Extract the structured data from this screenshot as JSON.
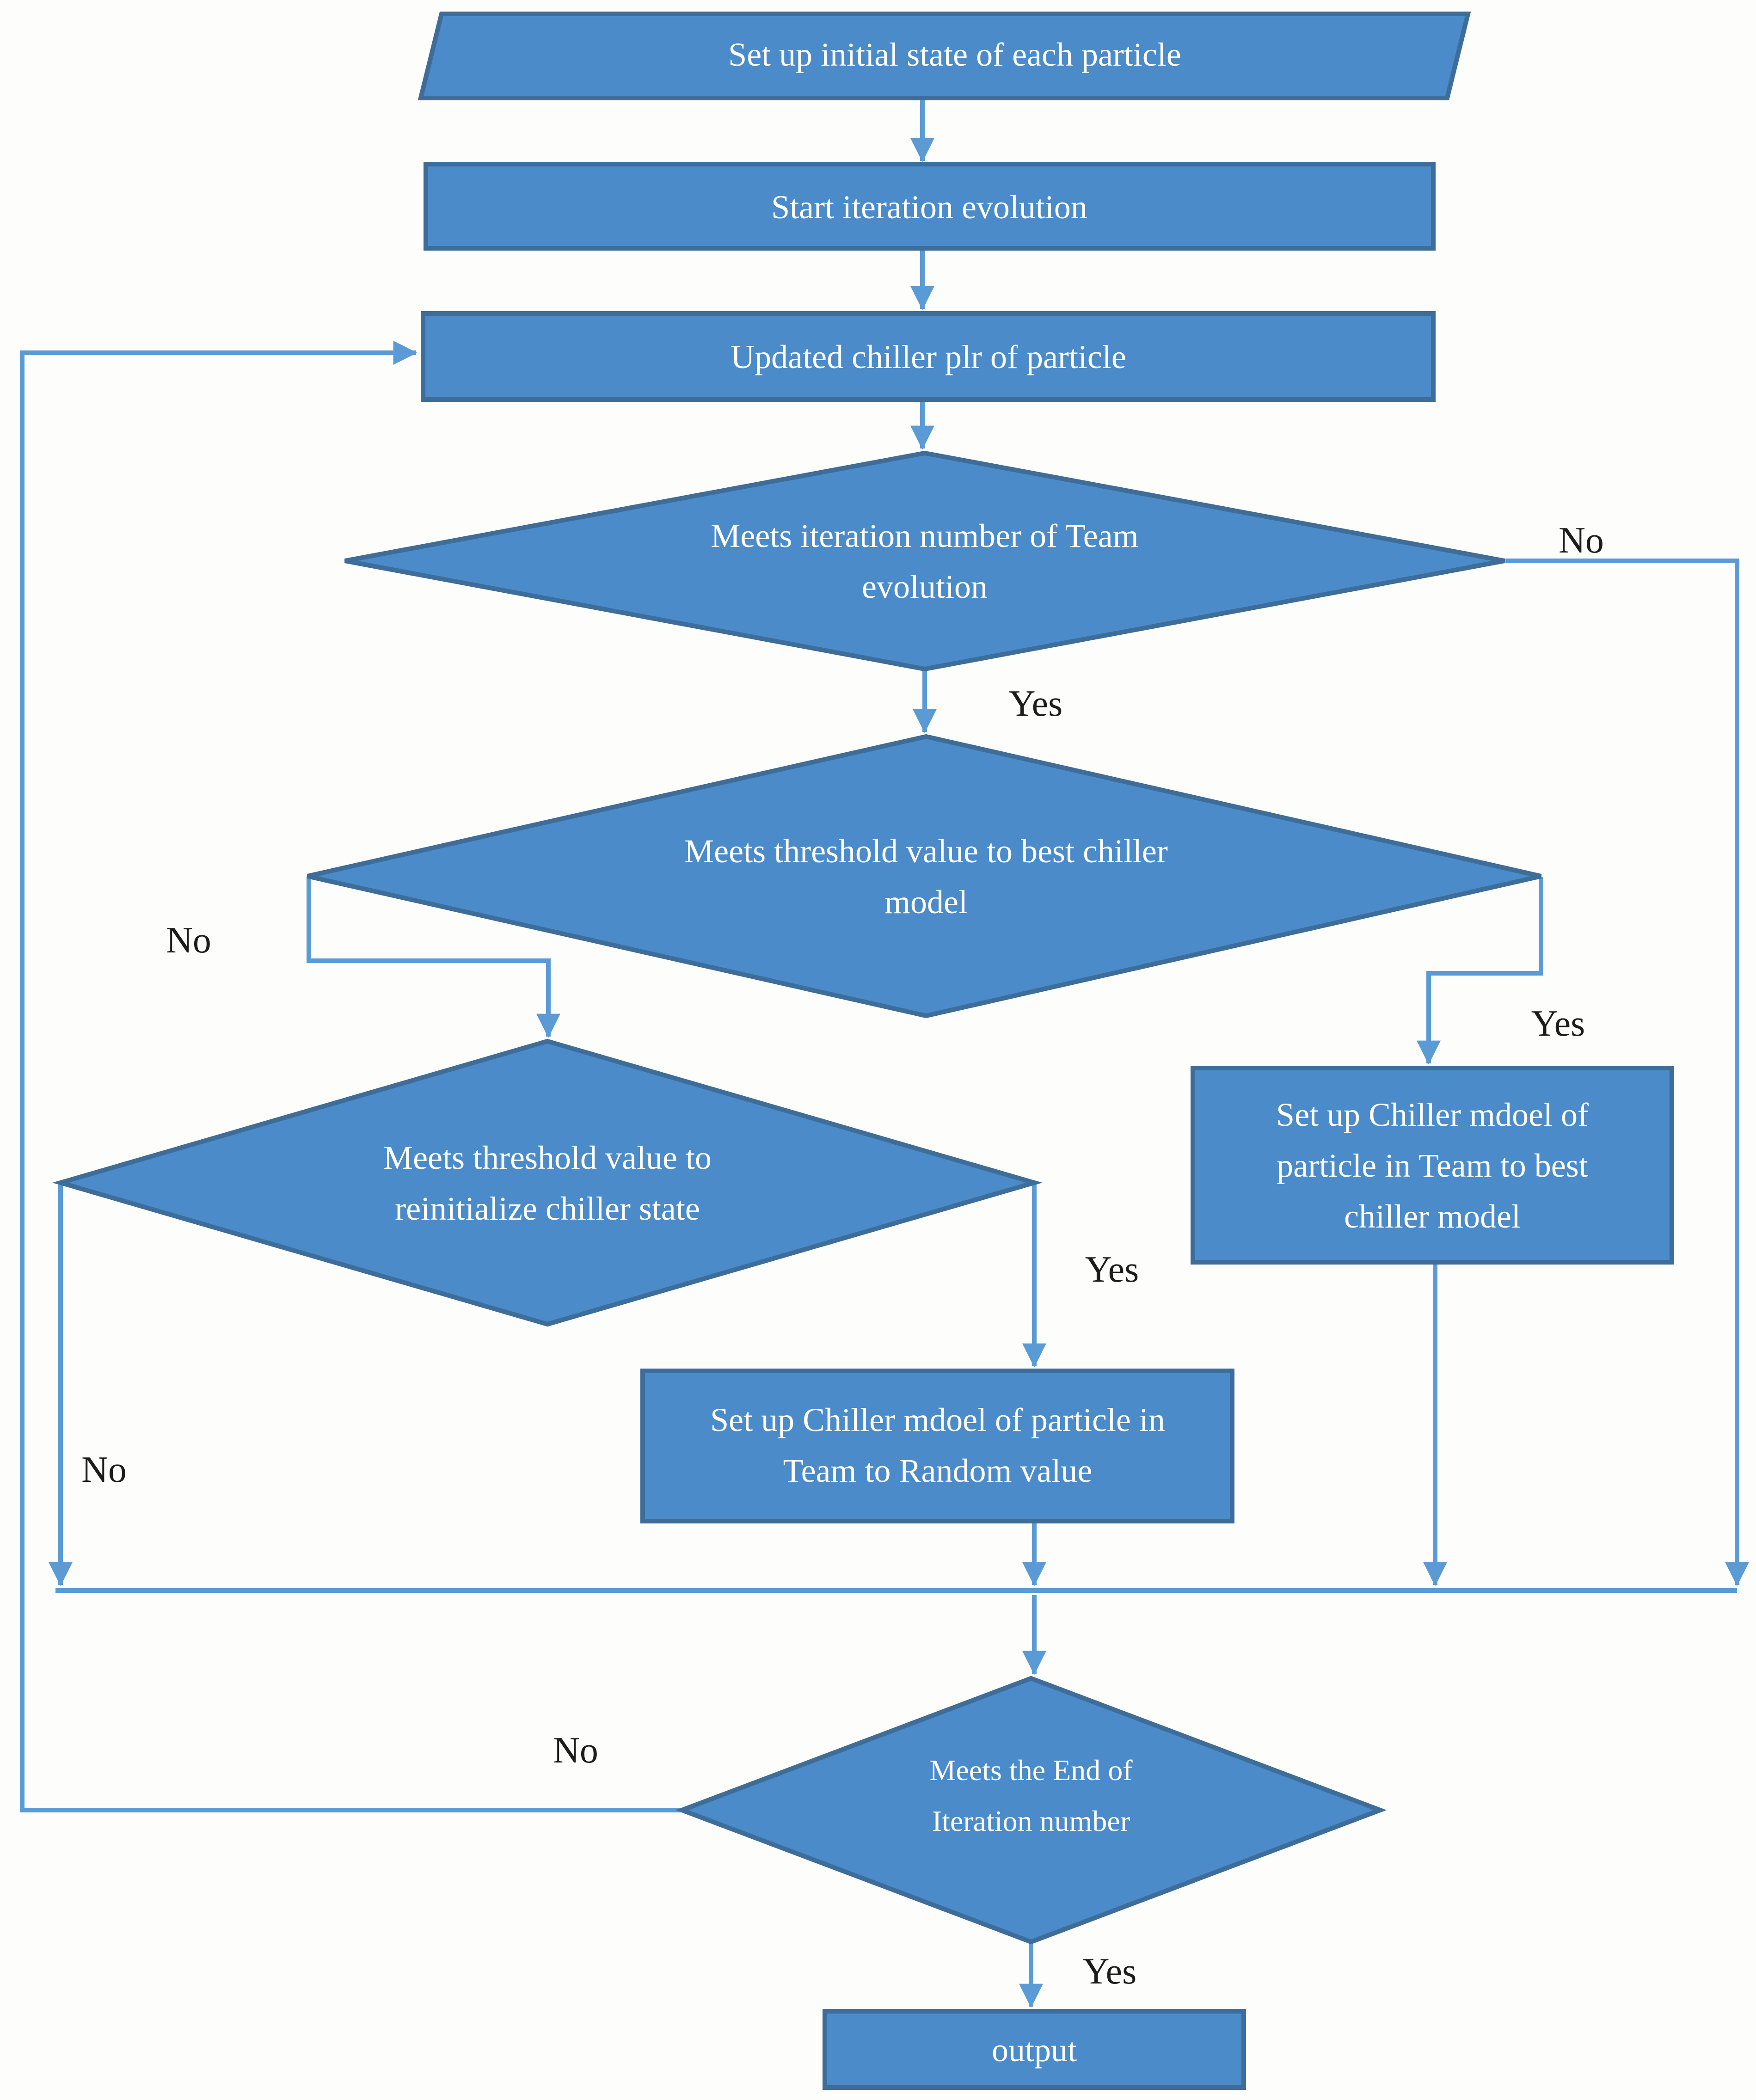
{
  "palette": {
    "shape_fill": "#4b8bc9",
    "shape_border": "#3e6d99",
    "connector": "#5b9bd5",
    "node_text_color": "#ffffff",
    "edge_label_color": "#1c1c1c",
    "background": "#fdfdfc"
  },
  "flowchart": {
    "nodes": {
      "init": {
        "shape": "parallelogram",
        "lines": [
          "Set up initial state of each particle"
        ]
      },
      "start_iteration": {
        "shape": "rectangle",
        "lines": [
          "Start iteration evolution"
        ]
      },
      "update_plr": {
        "shape": "rectangle",
        "lines": [
          "Updated chiller plr of particle"
        ]
      },
      "team_iteration_check": {
        "shape": "diamond",
        "lines": [
          "Meets iteration number of Team",
          "evolution"
        ]
      },
      "best_model_check": {
        "shape": "diamond",
        "lines": [
          "Meets threshold value to best chiller",
          "model"
        ]
      },
      "reinitialize_check": {
        "shape": "diamond",
        "lines": [
          "Meets threshold value to",
          "reinitialize chiller state"
        ]
      },
      "set_best_model": {
        "shape": "rectangle",
        "lines": [
          "Set up Chiller mdoel of",
          "particle in Team to best",
          "chiller model"
        ]
      },
      "set_random_value": {
        "shape": "rectangle",
        "lines": [
          "Set up Chiller mdoel of particle in",
          "Team to Random value"
        ]
      },
      "end_iteration_check": {
        "shape": "diamond",
        "lines": [
          "Meets the End of",
          "Iteration number"
        ]
      },
      "output": {
        "shape": "rectangle",
        "lines": [
          "output"
        ]
      }
    },
    "edge_labels": {
      "team_check_no": "No",
      "team_check_yes": "Yes",
      "best_check_yes": "Yes",
      "best_check_no": "No",
      "reinit_check_yes": "Yes",
      "reinit_check_no": "No",
      "end_check_no": "No",
      "end_check_yes": "Yes"
    },
    "edges": [
      {
        "from": "init",
        "to": "start_iteration",
        "label": ""
      },
      {
        "from": "start_iteration",
        "to": "update_plr",
        "label": ""
      },
      {
        "from": "update_plr",
        "to": "team_iteration_check",
        "label": ""
      },
      {
        "from": "team_iteration_check",
        "to": "merge_line",
        "label": "No"
      },
      {
        "from": "team_iteration_check",
        "to": "best_model_check",
        "label": "Yes"
      },
      {
        "from": "best_model_check",
        "to": "set_best_model",
        "label": "Yes"
      },
      {
        "from": "best_model_check",
        "to": "reinitialize_check",
        "label": "No"
      },
      {
        "from": "reinitialize_check",
        "to": "set_random_value",
        "label": "Yes"
      },
      {
        "from": "reinitialize_check",
        "to": "merge_line",
        "label": "No"
      },
      {
        "from": "set_best_model",
        "to": "merge_line",
        "label": ""
      },
      {
        "from": "set_random_value",
        "to": "merge_line",
        "label": ""
      },
      {
        "from": "merge_line",
        "to": "end_iteration_check",
        "label": ""
      },
      {
        "from": "end_iteration_check",
        "to": "update_plr",
        "label": "No"
      },
      {
        "from": "end_iteration_check",
        "to": "output",
        "label": "Yes"
      }
    ]
  }
}
